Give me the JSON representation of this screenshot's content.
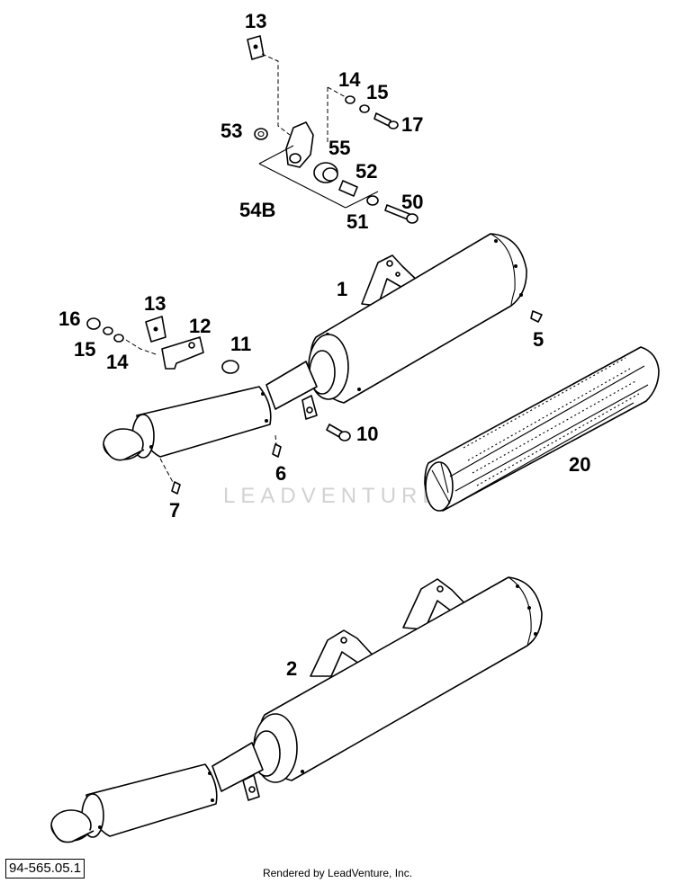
{
  "callouts": {
    "c13_top": "13",
    "c14_top": "14",
    "c15_top": "15",
    "c17": "17",
    "c53": "53",
    "c55": "55",
    "c52": "52",
    "c54b": "54B",
    "c50": "50",
    "c51": "51",
    "c1": "1",
    "c5": "5",
    "c16": "16",
    "c13_mid": "13",
    "c12": "12",
    "c15_mid": "15",
    "c14_mid": "14",
    "c11": "11",
    "c10": "10",
    "c6": "6",
    "c7": "7",
    "c20": "20",
    "c2": "2"
  },
  "watermark": "LEADVENTURE",
  "footer": {
    "drawing_code": "94-565.05.1",
    "render_credit": "Rendered by LeadVenture, Inc."
  }
}
